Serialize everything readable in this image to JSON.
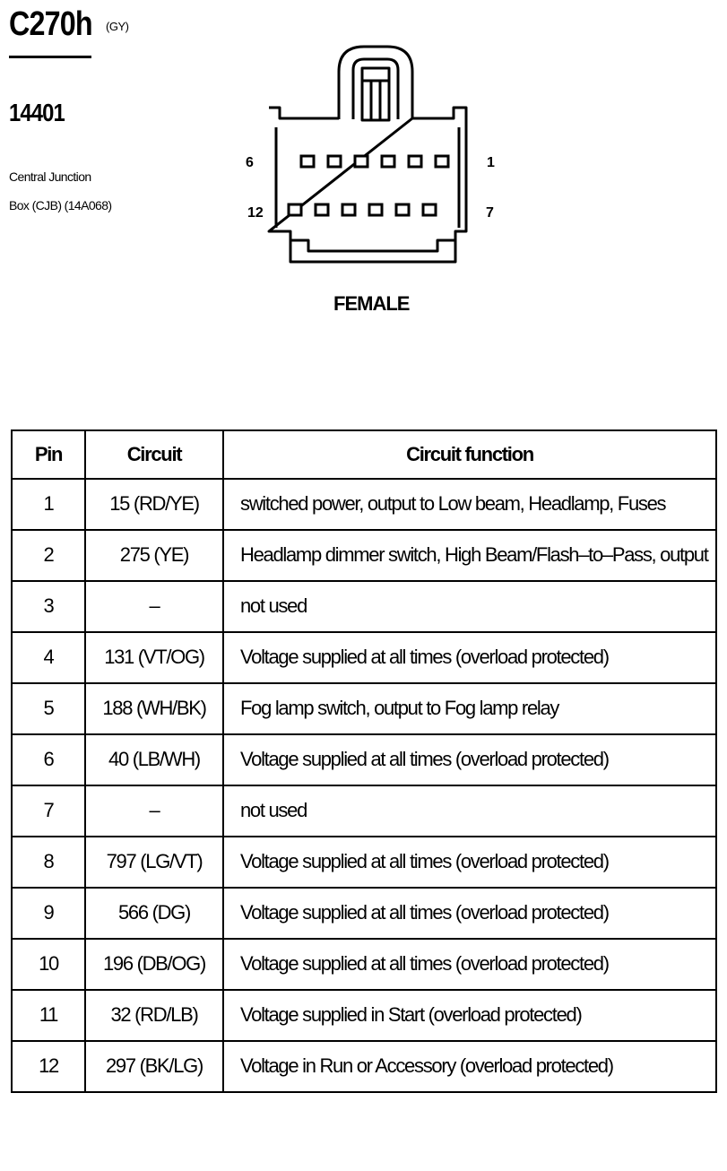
{
  "connector": {
    "id": "C270h",
    "color_code": "(GY)",
    "part_number": "14401",
    "description_line1": "Central Junction",
    "description_line2": "Box (CJB) (14A068)",
    "gender": "FEMALE",
    "pin_labels": {
      "top_left": "6",
      "top_right": "1",
      "bottom_left": "12",
      "bottom_right": "7"
    }
  },
  "table": {
    "headers": [
      "Pin",
      "Circuit",
      "Circuit function"
    ],
    "rows": [
      {
        "pin": "1",
        "circuit": "15 (RD/YE)",
        "function": "switched power, output to Low beam, Headlamp, Fuses"
      },
      {
        "pin": "2",
        "circuit": "275 (YE)",
        "function": "Headlamp dimmer switch, High Beam/Flash–to–Pass, output"
      },
      {
        "pin": "3",
        "circuit": "–",
        "function": "not used"
      },
      {
        "pin": "4",
        "circuit": "131 (VT/OG)",
        "function": "Voltage supplied at all times (overload protected)"
      },
      {
        "pin": "5",
        "circuit": "188 (WH/BK)",
        "function": "Fog lamp switch, output to Fog lamp relay"
      },
      {
        "pin": "6",
        "circuit": "40 (LB/WH)",
        "function": "Voltage supplied at all times (overload protected)"
      },
      {
        "pin": "7",
        "circuit": "–",
        "function": "not used"
      },
      {
        "pin": "8",
        "circuit": "797 (LG/VT)",
        "function": "Voltage supplied at all times (overload protected)"
      },
      {
        "pin": "9",
        "circuit": "566 (DG)",
        "function": "Voltage supplied at all times (overload protected)"
      },
      {
        "pin": "10",
        "circuit": "196 (DB/OG)",
        "function": "Voltage supplied at all times (overload protected)"
      },
      {
        "pin": "11",
        "circuit": "32 (RD/LB)",
        "function": "Voltage supplied in Start (overload protected)"
      },
      {
        "pin": "12",
        "circuit": "297 (BK/LG)",
        "function": "Voltage in Run or Accessory (overload protected)"
      }
    ]
  }
}
